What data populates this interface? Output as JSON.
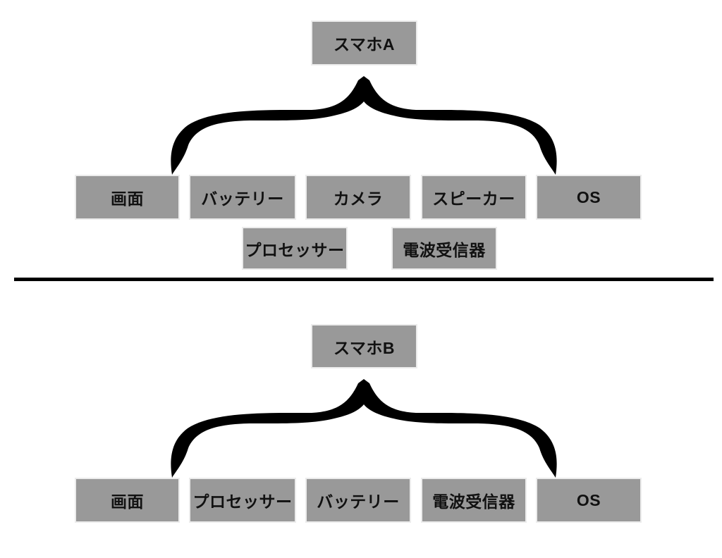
{
  "colors": {
    "background": "#ffffff",
    "box_fill": "#999999",
    "box_border": "#ececec",
    "box_text": "#111111",
    "brace": "#000000",
    "divider": "#000000"
  },
  "diagram": {
    "sections": [
      {
        "parent": "スマホA",
        "row1": [
          "画面",
          "バッテリー",
          "カメラ",
          "スピーカー",
          "OS"
        ],
        "row2": [
          "プロセッサー",
          "電波受信器"
        ]
      },
      {
        "parent": "スマホB",
        "row1": [
          "画面",
          "プロセッサー",
          "バッテリー",
          "電波受信器",
          "OS"
        ]
      }
    ]
  }
}
